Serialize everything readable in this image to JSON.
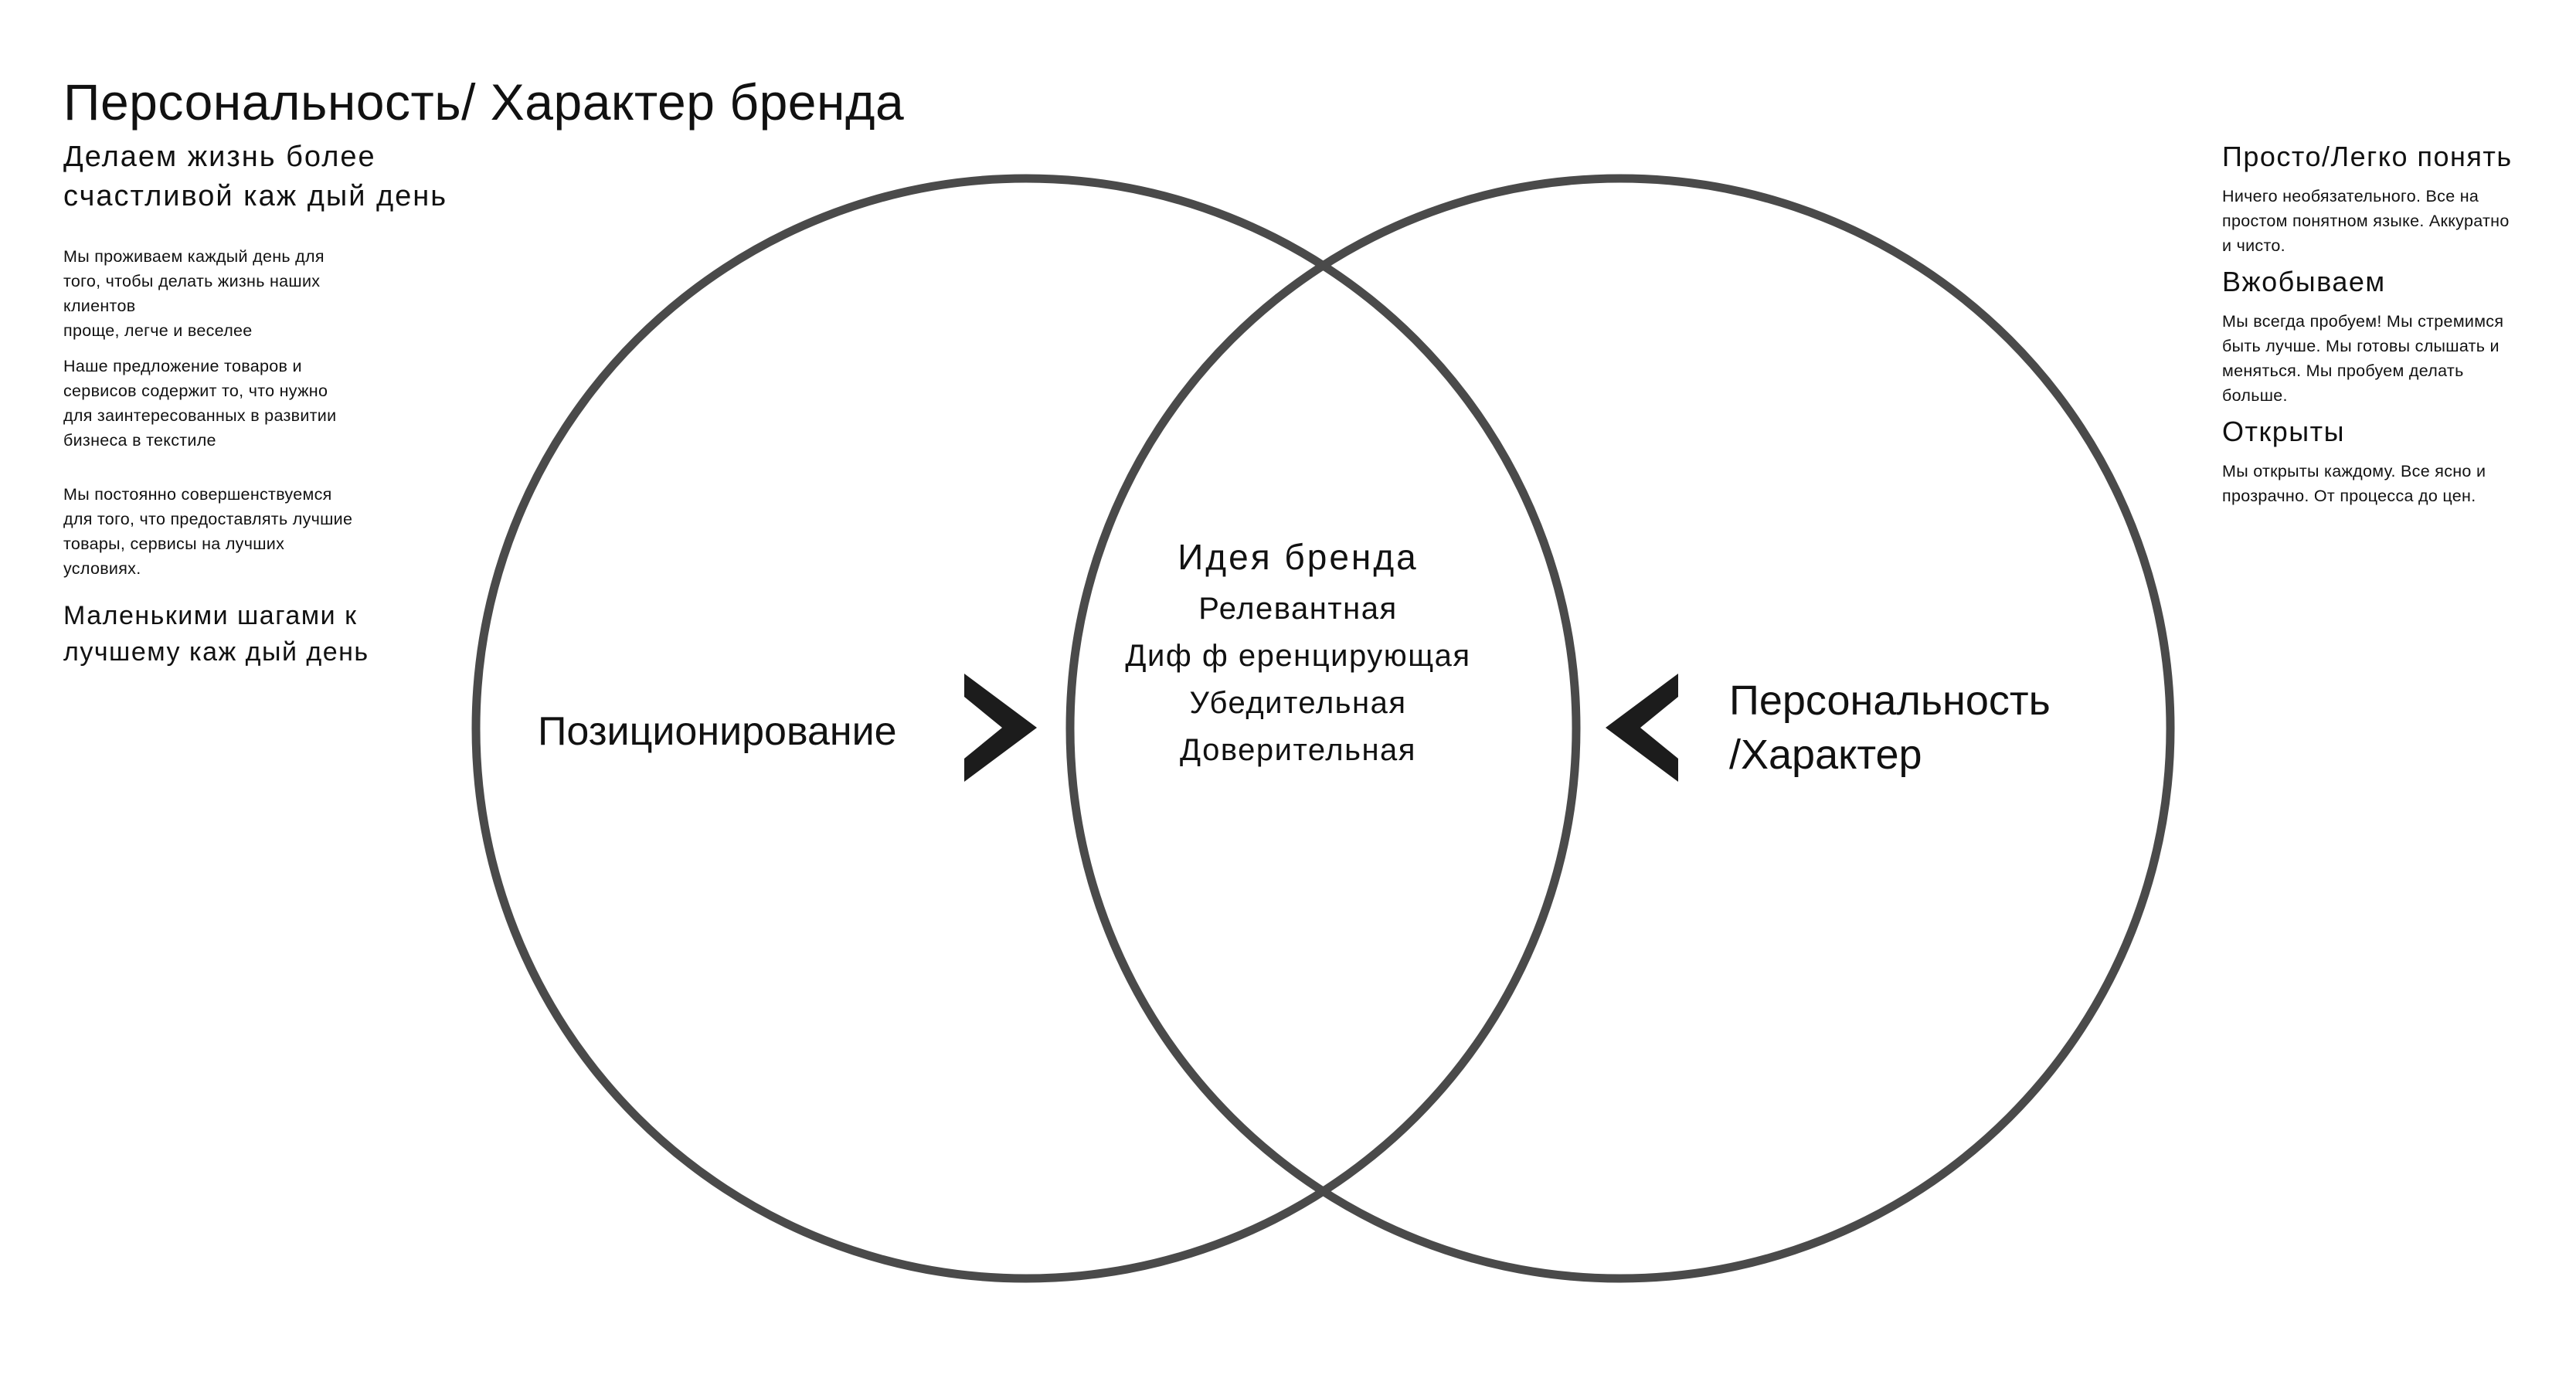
{
  "title": "Персональность/ Характер  бренда",
  "left": {
    "subheading_lines": [
      "Делаем жизнь более",
      "счастливой каж дый день"
    ],
    "paragraphs": [
      {
        "lines": [
          "Мы проживаем каждый день для",
          "того, чтобы делать жизнь наших",
          "клиентов",
          "проще, легче и веселее"
        ]
      },
      {
        "lines": [
          "Наше предложение товаров и",
          "сервисов содержит то, что нужно",
          "для заинтересованных в развитии",
          "бизнеса в текстиле"
        ]
      },
      {
        "lines": [
          "Мы постоянно совершенствуемся",
          "для того, что предоставлять лучшие",
          "товары, сервисы на лучших",
          "условиях."
        ]
      }
    ],
    "closing_lines": [
      "Маленькими шагами к",
      "лучшему каж дый день"
    ]
  },
  "right": {
    "sections": [
      {
        "heading": "Просто/Легко понять",
        "lines": [
          "Ничего необязательного. Все на",
          "простом понятном языке. Аккуратно",
          "и чисто."
        ]
      },
      {
        "heading": "Вжобываем",
        "lines": [
          "Мы всегда пробуем! Мы стремимся",
          "быть лучше. Мы готовы слышать и",
          "меняться. Мы пробуем делать",
          "больше."
        ]
      },
      {
        "heading": "Открыты",
        "lines": [
          "Мы открыты каждому. Все ясно и",
          "прозрачно. От процесса до цен."
        ]
      }
    ]
  },
  "diagram": {
    "left_label": "Позиционирование",
    "right_label_lines": [
      "Персональность",
      "/Характер"
    ],
    "center": {
      "heading": "Идея бренда",
      "items": [
        "Релевантная",
        "Диф ф еренцирующая",
        "Убедительная",
        "Доверительная"
      ]
    },
    "left_arrow_icon": "chevron-right-icon",
    "right_arrow_icon": "chevron-left-icon",
    "circle_color": "#4a4a4a",
    "arrow_color": "#1c1c1c"
  }
}
